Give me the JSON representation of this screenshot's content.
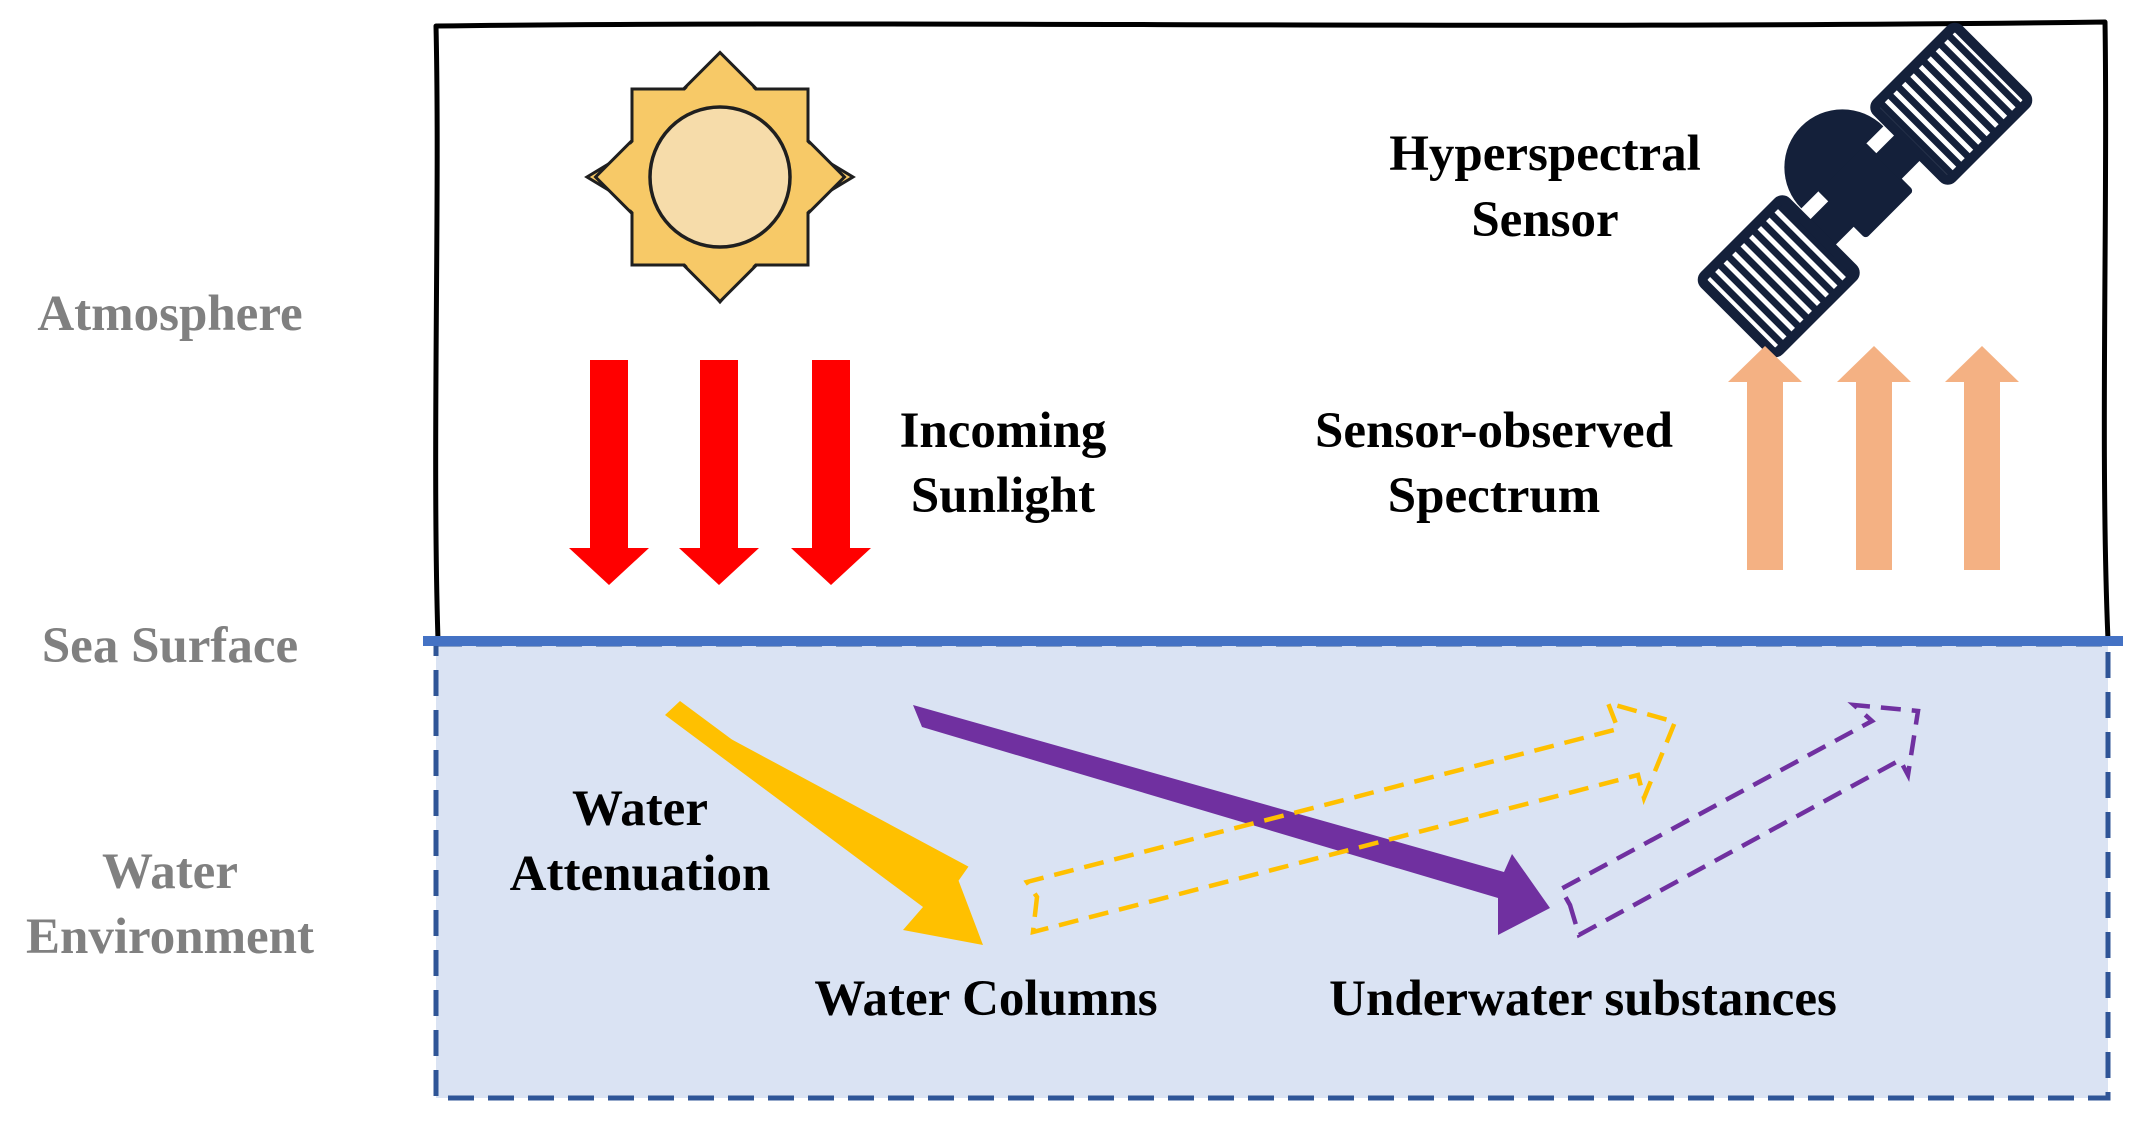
{
  "side_labels": {
    "atmosphere": "Atmosphere",
    "sea_surface": "Sea Surface",
    "water_line1": "Water",
    "water_line2": "Environment"
  },
  "labels": {
    "sensor_line1": "Hyperspectral",
    "sensor_line2": "Sensor",
    "incoming_line1": "Incoming",
    "incoming_line2": "Sunlight",
    "observed_line1": "Sensor-observed",
    "observed_line2": "Spectrum",
    "attenuation_line1": "Water",
    "attenuation_line2": "Attenuation",
    "water_columns": "Water Columns",
    "underwater": "Underwater substances"
  },
  "icons": [
    "sun-icon",
    "satellite-icon"
  ],
  "colors": {
    "incoming_arrow": "#ff0000",
    "observed_arrow": "#f4b183",
    "water_fill": "#dae3f3",
    "water_border": "#2f5597",
    "sea_surface_line": "#4472c4",
    "water_column_arrow": "#ffc000",
    "substance_arrow": "#7030a0",
    "sun_outer": "#f7c967",
    "sun_inner": "#f6dcaa",
    "satellite": "#14203a"
  }
}
